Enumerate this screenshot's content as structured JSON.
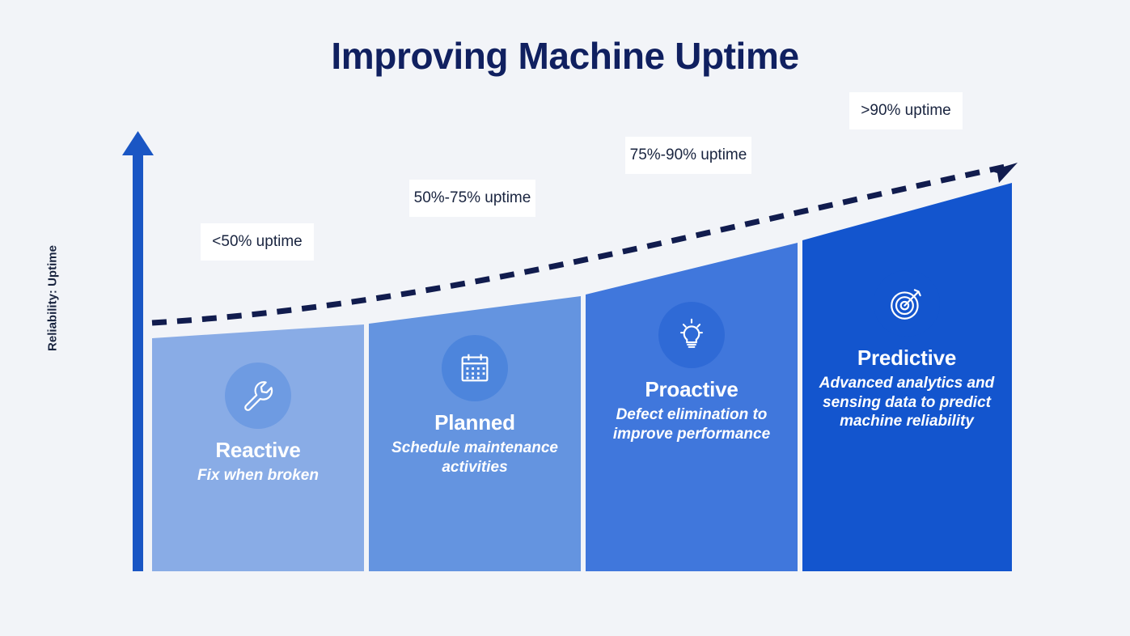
{
  "title": "Improving Machine Uptime",
  "axis": {
    "y_label": "Reliability: Uptime",
    "y_arrow_icon": "up-arrow-icon",
    "trend_arrow_icon": "trend-arrow-icon"
  },
  "colors": {
    "background": "#f2f4f8",
    "title": "#102060",
    "axis_blue": "#1a56c4",
    "trend_navy": "#111c4e",
    "box_bg": "#ffffff",
    "box_text": "#19243f",
    "stage_1": "#89ace6",
    "stage_2": "#6494e0",
    "stage_3": "#4077dc",
    "stage_4": "#1355ce",
    "icon_circle_1": "#6e9be2",
    "icon_circle_2": "#4d85dc",
    "icon_circle_3": "#2f6ad6",
    "icon_circle_4": "#1355ce"
  },
  "stages": [
    {
      "name": "Reactive",
      "description": "Fix when broken",
      "uptime_label": "<50% uptime",
      "icon": "wrench-icon",
      "color": "#89ace6"
    },
    {
      "name": "Planned",
      "description": "Schedule maintenance activities",
      "uptime_label": "50%-75% uptime",
      "icon": "calendar-icon",
      "color": "#6494e0"
    },
    {
      "name": "Proactive",
      "description": "Defect elimination to improve performance",
      "uptime_label": "75%-90% uptime",
      "icon": "lightbulb-icon",
      "color": "#4077dc"
    },
    {
      "name": "Predictive",
      "description": "Advanced analytics and sensing data to predict machine reliability",
      "uptime_label": ">90% uptime",
      "icon": "target-icon",
      "color": "#1355ce"
    }
  ],
  "chart_data": {
    "type": "bar",
    "title": "Improving Machine Uptime",
    "xlabel": "",
    "ylabel": "Reliability: Uptime",
    "categories": [
      "Reactive",
      "Planned",
      "Proactive",
      "Predictive"
    ],
    "values": [
      50,
      62,
      82,
      95
    ],
    "value_labels": [
      "<50% uptime",
      "50%-75% uptime",
      "75%-90% uptime",
      ">90% uptime"
    ],
    "grid": false,
    "legend": false,
    "trend_line": {
      "style": "dashed",
      "direction": "increasing",
      "arrow_end": true
    }
  }
}
